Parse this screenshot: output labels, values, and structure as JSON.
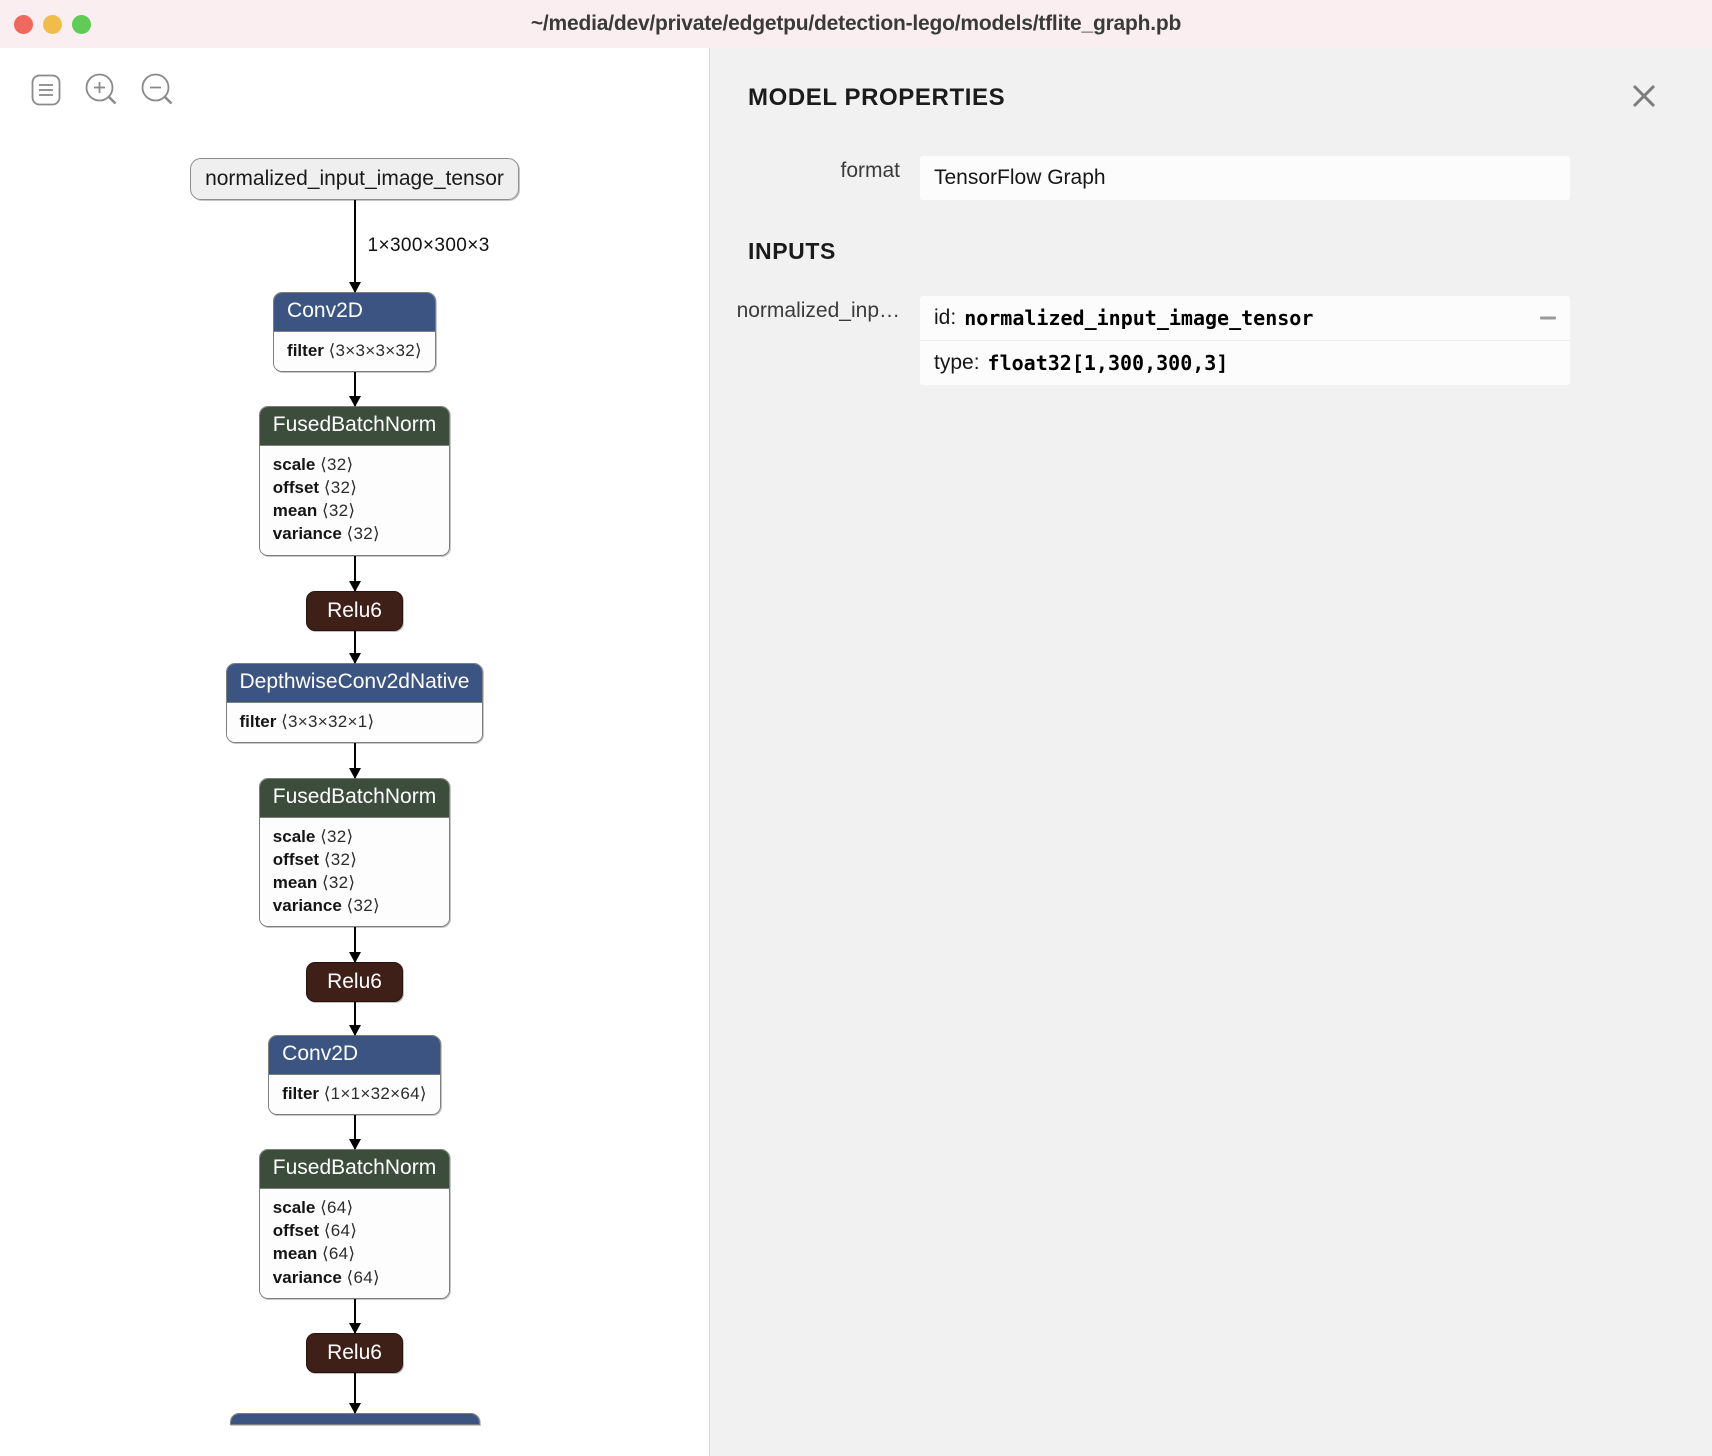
{
  "window": {
    "title": "~/media/dev/private/edgetpu/detection-lego/models/tflite_graph.pb",
    "traffic_lights": [
      "close",
      "minimize",
      "zoom"
    ]
  },
  "toolbar": {
    "items": [
      {
        "name": "menu-icon",
        "label": "Menu"
      },
      {
        "name": "zoom-in-icon",
        "label": "Zoom In"
      },
      {
        "name": "zoom-out-icon",
        "label": "Zoom Out"
      }
    ]
  },
  "panel": {
    "title": "MODEL PROPERTIES",
    "close_label": "×",
    "format_label": "format",
    "format_value": "TensorFlow Graph",
    "inputs_title": "INPUTS",
    "input": {
      "label": "normalized_inp…",
      "id_prefix": "id:",
      "id_value": "normalized_input_image_tensor",
      "type_prefix": "type:",
      "type_value": "float32[1,300,300,3]"
    }
  },
  "graph": {
    "edge_label_top": "1×300×300×3",
    "nodes": [
      {
        "kind": "pill",
        "title": "normalized_input_image_tensor"
      },
      {
        "kind": "box",
        "color": "blue",
        "title": "Conv2D",
        "attrs": [
          {
            "key": "filter",
            "value": "⟨3×3×3×32⟩"
          }
        ]
      },
      {
        "kind": "box",
        "color": "green",
        "title": "FusedBatchNorm",
        "attrs": [
          {
            "key": "scale",
            "value": "⟨32⟩"
          },
          {
            "key": "offset",
            "value": "⟨32⟩"
          },
          {
            "key": "mean",
            "value": "⟨32⟩"
          },
          {
            "key": "variance",
            "value": "⟨32⟩"
          }
        ]
      },
      {
        "kind": "simple",
        "title": "Relu6"
      },
      {
        "kind": "box",
        "color": "blue",
        "title": "DepthwiseConv2dNative",
        "attrs": [
          {
            "key": "filter",
            "value": "⟨3×3×32×1⟩"
          }
        ]
      },
      {
        "kind": "box",
        "color": "green",
        "title": "FusedBatchNorm",
        "attrs": [
          {
            "key": "scale",
            "value": "⟨32⟩"
          },
          {
            "key": "offset",
            "value": "⟨32⟩"
          },
          {
            "key": "mean",
            "value": "⟨32⟩"
          },
          {
            "key": "variance",
            "value": "⟨32⟩"
          }
        ]
      },
      {
        "kind": "simple",
        "title": "Relu6"
      },
      {
        "kind": "box",
        "color": "blue",
        "title": "Conv2D",
        "attrs": [
          {
            "key": "filter",
            "value": "⟨1×1×32×64⟩"
          }
        ]
      },
      {
        "kind": "box",
        "color": "green",
        "title": "FusedBatchNorm",
        "attrs": [
          {
            "key": "scale",
            "value": "⟨64⟩"
          },
          {
            "key": "offset",
            "value": "⟨64⟩"
          },
          {
            "key": "mean",
            "value": "⟨64⟩"
          },
          {
            "key": "variance",
            "value": "⟨64⟩"
          }
        ]
      },
      {
        "kind": "simple",
        "title": "Relu6"
      },
      {
        "kind": "box",
        "color": "blue",
        "title": "",
        "clipped": true,
        "attrs": []
      }
    ]
  },
  "colors": {
    "titlebar": "#fbeef0",
    "node_blue": "#3c5481",
    "node_green": "#3c4d3c",
    "node_dark_red": "#3f2019",
    "panel_bg": "#f1f1f1",
    "value_bg": "#fcfcfc"
  }
}
